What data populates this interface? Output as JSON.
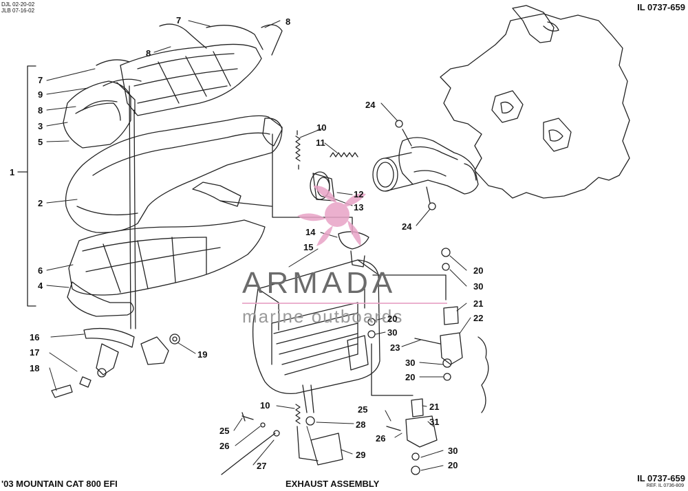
{
  "header": {
    "top_left_line1": "DJL 02-20-02",
    "top_left_line2": "JLB 07-16-02",
    "top_right_code": "IL 0737-659"
  },
  "footer": {
    "model": "'03 MOUNTAIN CAT 800 EFI",
    "title": "EXHAUST ASSEMBLY",
    "bottom_right_code": "IL 0737-659",
    "ref_code": "REF. IL 0736-809"
  },
  "watermark": {
    "brand": "ARMADA",
    "tagline": "marine outboards",
    "brand_color": "#6b6b6b",
    "logo_color": "#e8a3c6"
  },
  "callouts": [
    {
      "id": "c7a",
      "label": "7"
    },
    {
      "id": "c8a",
      "label": "8"
    },
    {
      "id": "c8b",
      "label": "8"
    },
    {
      "id": "c7b",
      "label": "7"
    },
    {
      "id": "c9",
      "label": "9"
    },
    {
      "id": "c8c",
      "label": "8"
    },
    {
      "id": "c3",
      "label": "3"
    },
    {
      "id": "c5",
      "label": "5"
    },
    {
      "id": "c1",
      "label": "1"
    },
    {
      "id": "c2",
      "label": "2"
    },
    {
      "id": "c6",
      "label": "6"
    },
    {
      "id": "c4",
      "label": "4"
    },
    {
      "id": "c16",
      "label": "16"
    },
    {
      "id": "c17",
      "label": "17"
    },
    {
      "id": "c18",
      "label": "18"
    },
    {
      "id": "c19",
      "label": "19"
    },
    {
      "id": "c10a",
      "label": "10"
    },
    {
      "id": "c11",
      "label": "11"
    },
    {
      "id": "c24a",
      "label": "24"
    },
    {
      "id": "c12",
      "label": "12"
    },
    {
      "id": "c13",
      "label": "13"
    },
    {
      "id": "c24b",
      "label": "24"
    },
    {
      "id": "c14",
      "label": "14"
    },
    {
      "id": "c15",
      "label": "15"
    },
    {
      "id": "c20a",
      "label": "20"
    },
    {
      "id": "c30a",
      "label": "30"
    },
    {
      "id": "c21a",
      "label": "21"
    },
    {
      "id": "c22",
      "label": "22"
    },
    {
      "id": "c20b",
      "label": "20"
    },
    {
      "id": "c30b",
      "label": "30"
    },
    {
      "id": "c23",
      "label": "23"
    },
    {
      "id": "c30c",
      "label": "30"
    },
    {
      "id": "c20c",
      "label": "20"
    },
    {
      "id": "c10b",
      "label": "10"
    },
    {
      "id": "c28",
      "label": "28"
    },
    {
      "id": "c25a",
      "label": "25"
    },
    {
      "id": "c25b",
      "label": "25"
    },
    {
      "id": "c21b",
      "label": "21"
    },
    {
      "id": "c31",
      "label": "31"
    },
    {
      "id": "c26a",
      "label": "26"
    },
    {
      "id": "c26b",
      "label": "26"
    },
    {
      "id": "c29",
      "label": "29"
    },
    {
      "id": "c27",
      "label": "27"
    },
    {
      "id": "c30d",
      "label": "30"
    },
    {
      "id": "c20d",
      "label": "20"
    }
  ]
}
